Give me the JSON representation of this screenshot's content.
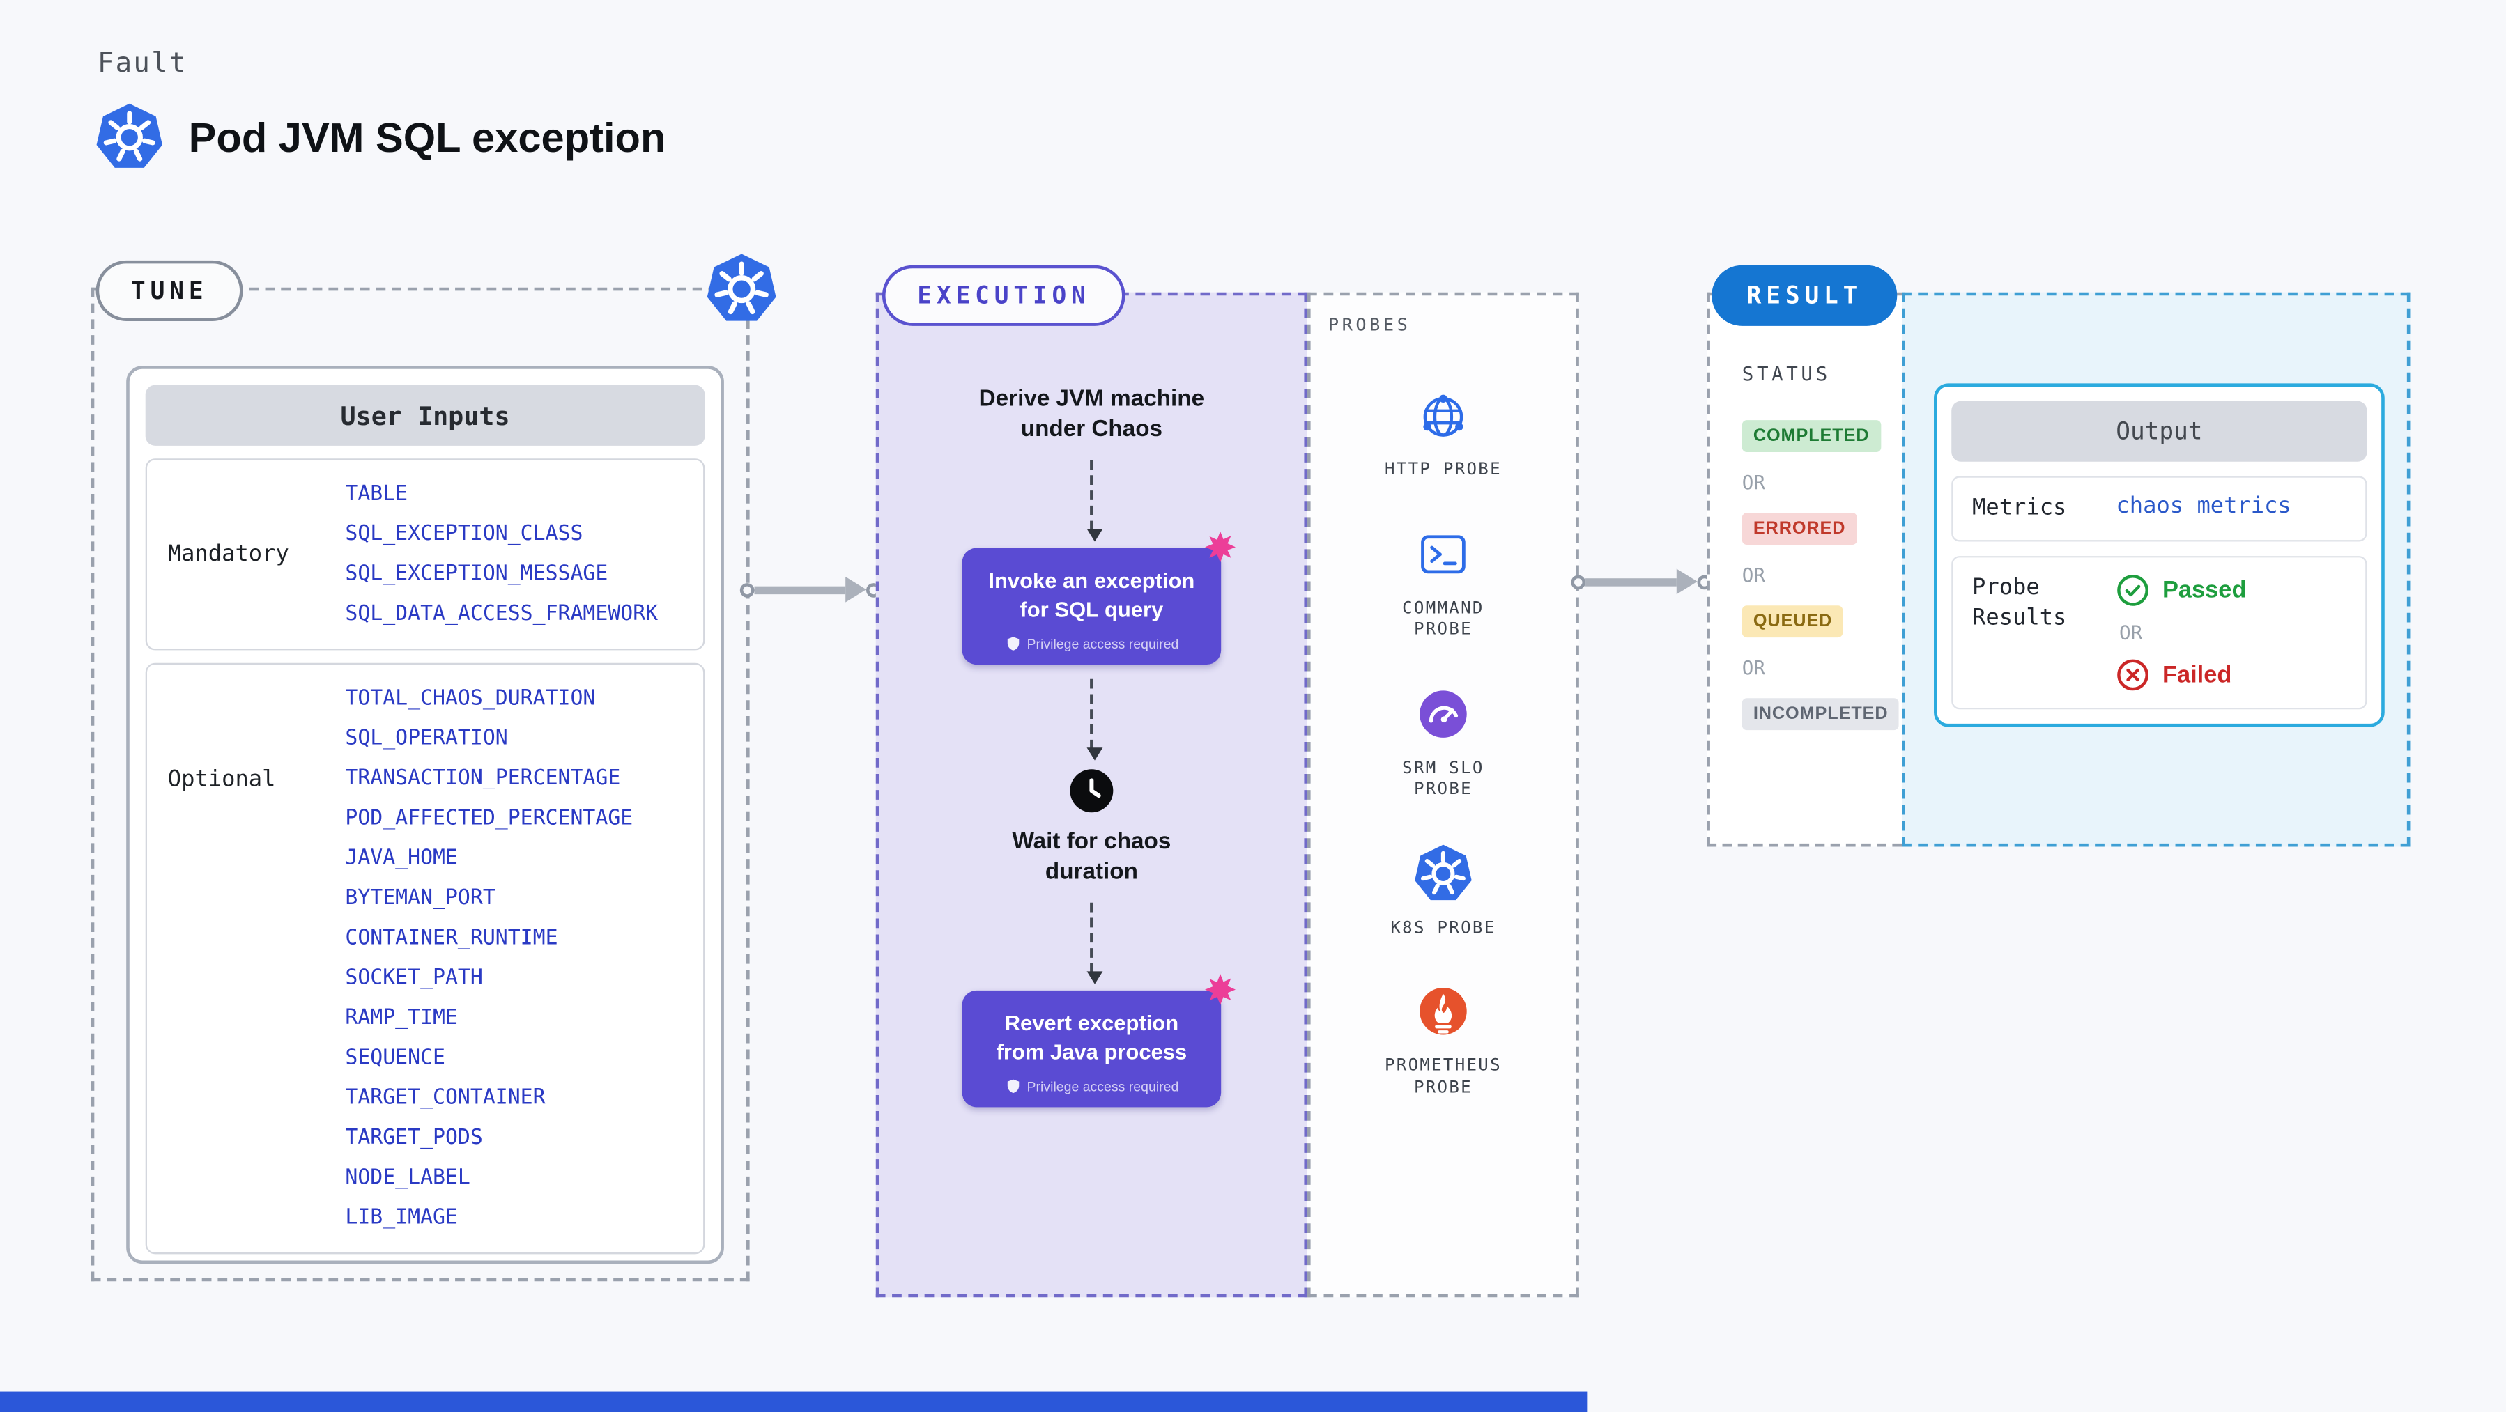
{
  "header": {
    "kicker": "Fault",
    "title": "Pod JVM SQL exception"
  },
  "tune": {
    "pill": "TUNE",
    "user_inputs": {
      "title": "User Inputs",
      "groups": [
        {
          "label": "Mandatory",
          "params": [
            "TABLE",
            "SQL_EXCEPTION_CLASS",
            "SQL_EXCEPTION_MESSAGE",
            "SQL_DATA_ACCESS_FRAMEWORK"
          ]
        },
        {
          "label": "Optional",
          "params": [
            "TOTAL_CHAOS_DURATION",
            "SQL_OPERATION",
            "TRANSACTION_PERCENTAGE",
            "POD_AFFECTED_PERCENTAGE",
            "JAVA_HOME",
            "BYTEMAN_PORT",
            "CONTAINER_RUNTIME",
            "SOCKET_PATH",
            "RAMP_TIME",
            "SEQUENCE",
            "TARGET_CONTAINER",
            "TARGET_PODS",
            "NODE_LABEL",
            "LIB_IMAGE"
          ]
        }
      ]
    }
  },
  "execution": {
    "pill": "EXECUTION",
    "steps": [
      {
        "label": "Derive JVM machine under Chaos"
      },
      {
        "label": "Invoke an exception for SQL query",
        "note": "Privilege access required"
      },
      {
        "label": "Wait for chaos duration"
      },
      {
        "label": "Revert exception from Java process",
        "note": "Privilege access required"
      }
    ],
    "probes": {
      "label": "PROBES",
      "items": [
        {
          "name": "HTTP PROBE",
          "icon": "globe-icon"
        },
        {
          "name": "COMMAND PROBE",
          "icon": "terminal-icon"
        },
        {
          "name": "SRM SLO PROBE",
          "icon": "gauge-icon"
        },
        {
          "name": "K8S PROBE",
          "icon": "kubernetes-icon"
        },
        {
          "name": "PROMETHEUS PROBE",
          "icon": "prometheus-icon"
        }
      ]
    }
  },
  "result": {
    "pill": "RESULT",
    "status": {
      "label": "STATUS",
      "separator": "OR",
      "badges": [
        {
          "text": "COMPLETED",
          "bg": "#cdebd2",
          "color": "#1e7b34"
        },
        {
          "text": "ERRORED",
          "bg": "#f7d7d7",
          "color": "#c0392b"
        },
        {
          "text": "QUEUED",
          "bg": "#fbe8b5",
          "color": "#8a6a12"
        },
        {
          "text": "INCOMPLETED",
          "bg": "#e4e6eb",
          "color": "#5f6672"
        }
      ]
    },
    "output": {
      "title": "Output",
      "rows": {
        "metrics_label": "Metrics",
        "metrics_value": "chaos metrics",
        "probe_results_label": "Probe Results",
        "passed": "Passed",
        "separator": "OR",
        "failed": "Failed"
      }
    }
  },
  "colors": {
    "background": "#f7f8fb",
    "accent_purple": "#5a4bd3",
    "execution_bg": "#e4e1f6",
    "result_bg": "#e8f4fb",
    "result_pill_bg": "#1576d2",
    "param_blue": "#2a3ac4",
    "k8s_blue": "#326ce5",
    "passed_green": "#1e9e3e",
    "failed_red": "#cb2727",
    "splat_pink": "#ec3e98",
    "prometheus_orange": "#e6522c"
  }
}
